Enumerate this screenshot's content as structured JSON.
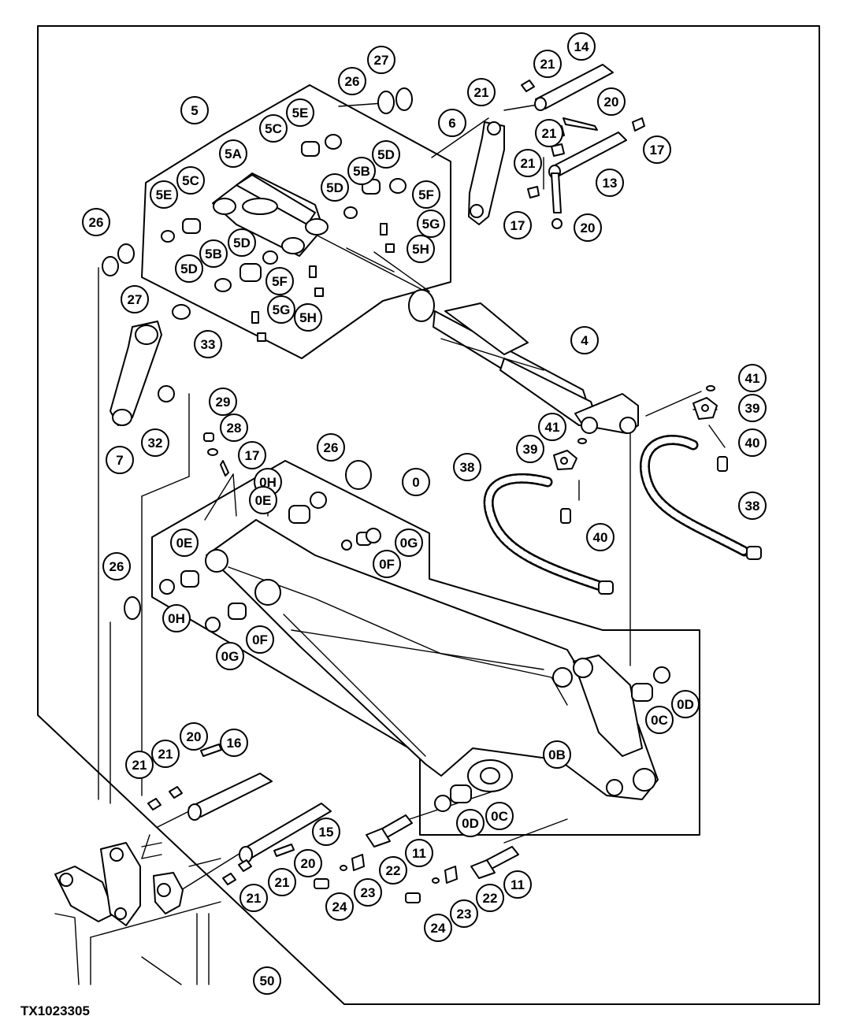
{
  "figure_id": "TX1023305",
  "callouts": [
    "0",
    "0B",
    "0C",
    "0D",
    "0E",
    "0F",
    "0G",
    "0H",
    "4",
    "5",
    "5A",
    "5B",
    "5C",
    "5D",
    "5E",
    "5F",
    "5G",
    "5H",
    "6",
    "7",
    "11",
    "13",
    "14",
    "15",
    "16",
    "17",
    "20",
    "21",
    "22",
    "23",
    "24",
    "26",
    "27",
    "28",
    "29",
    "32",
    "33",
    "38",
    "39",
    "40",
    "41",
    "50"
  ]
}
